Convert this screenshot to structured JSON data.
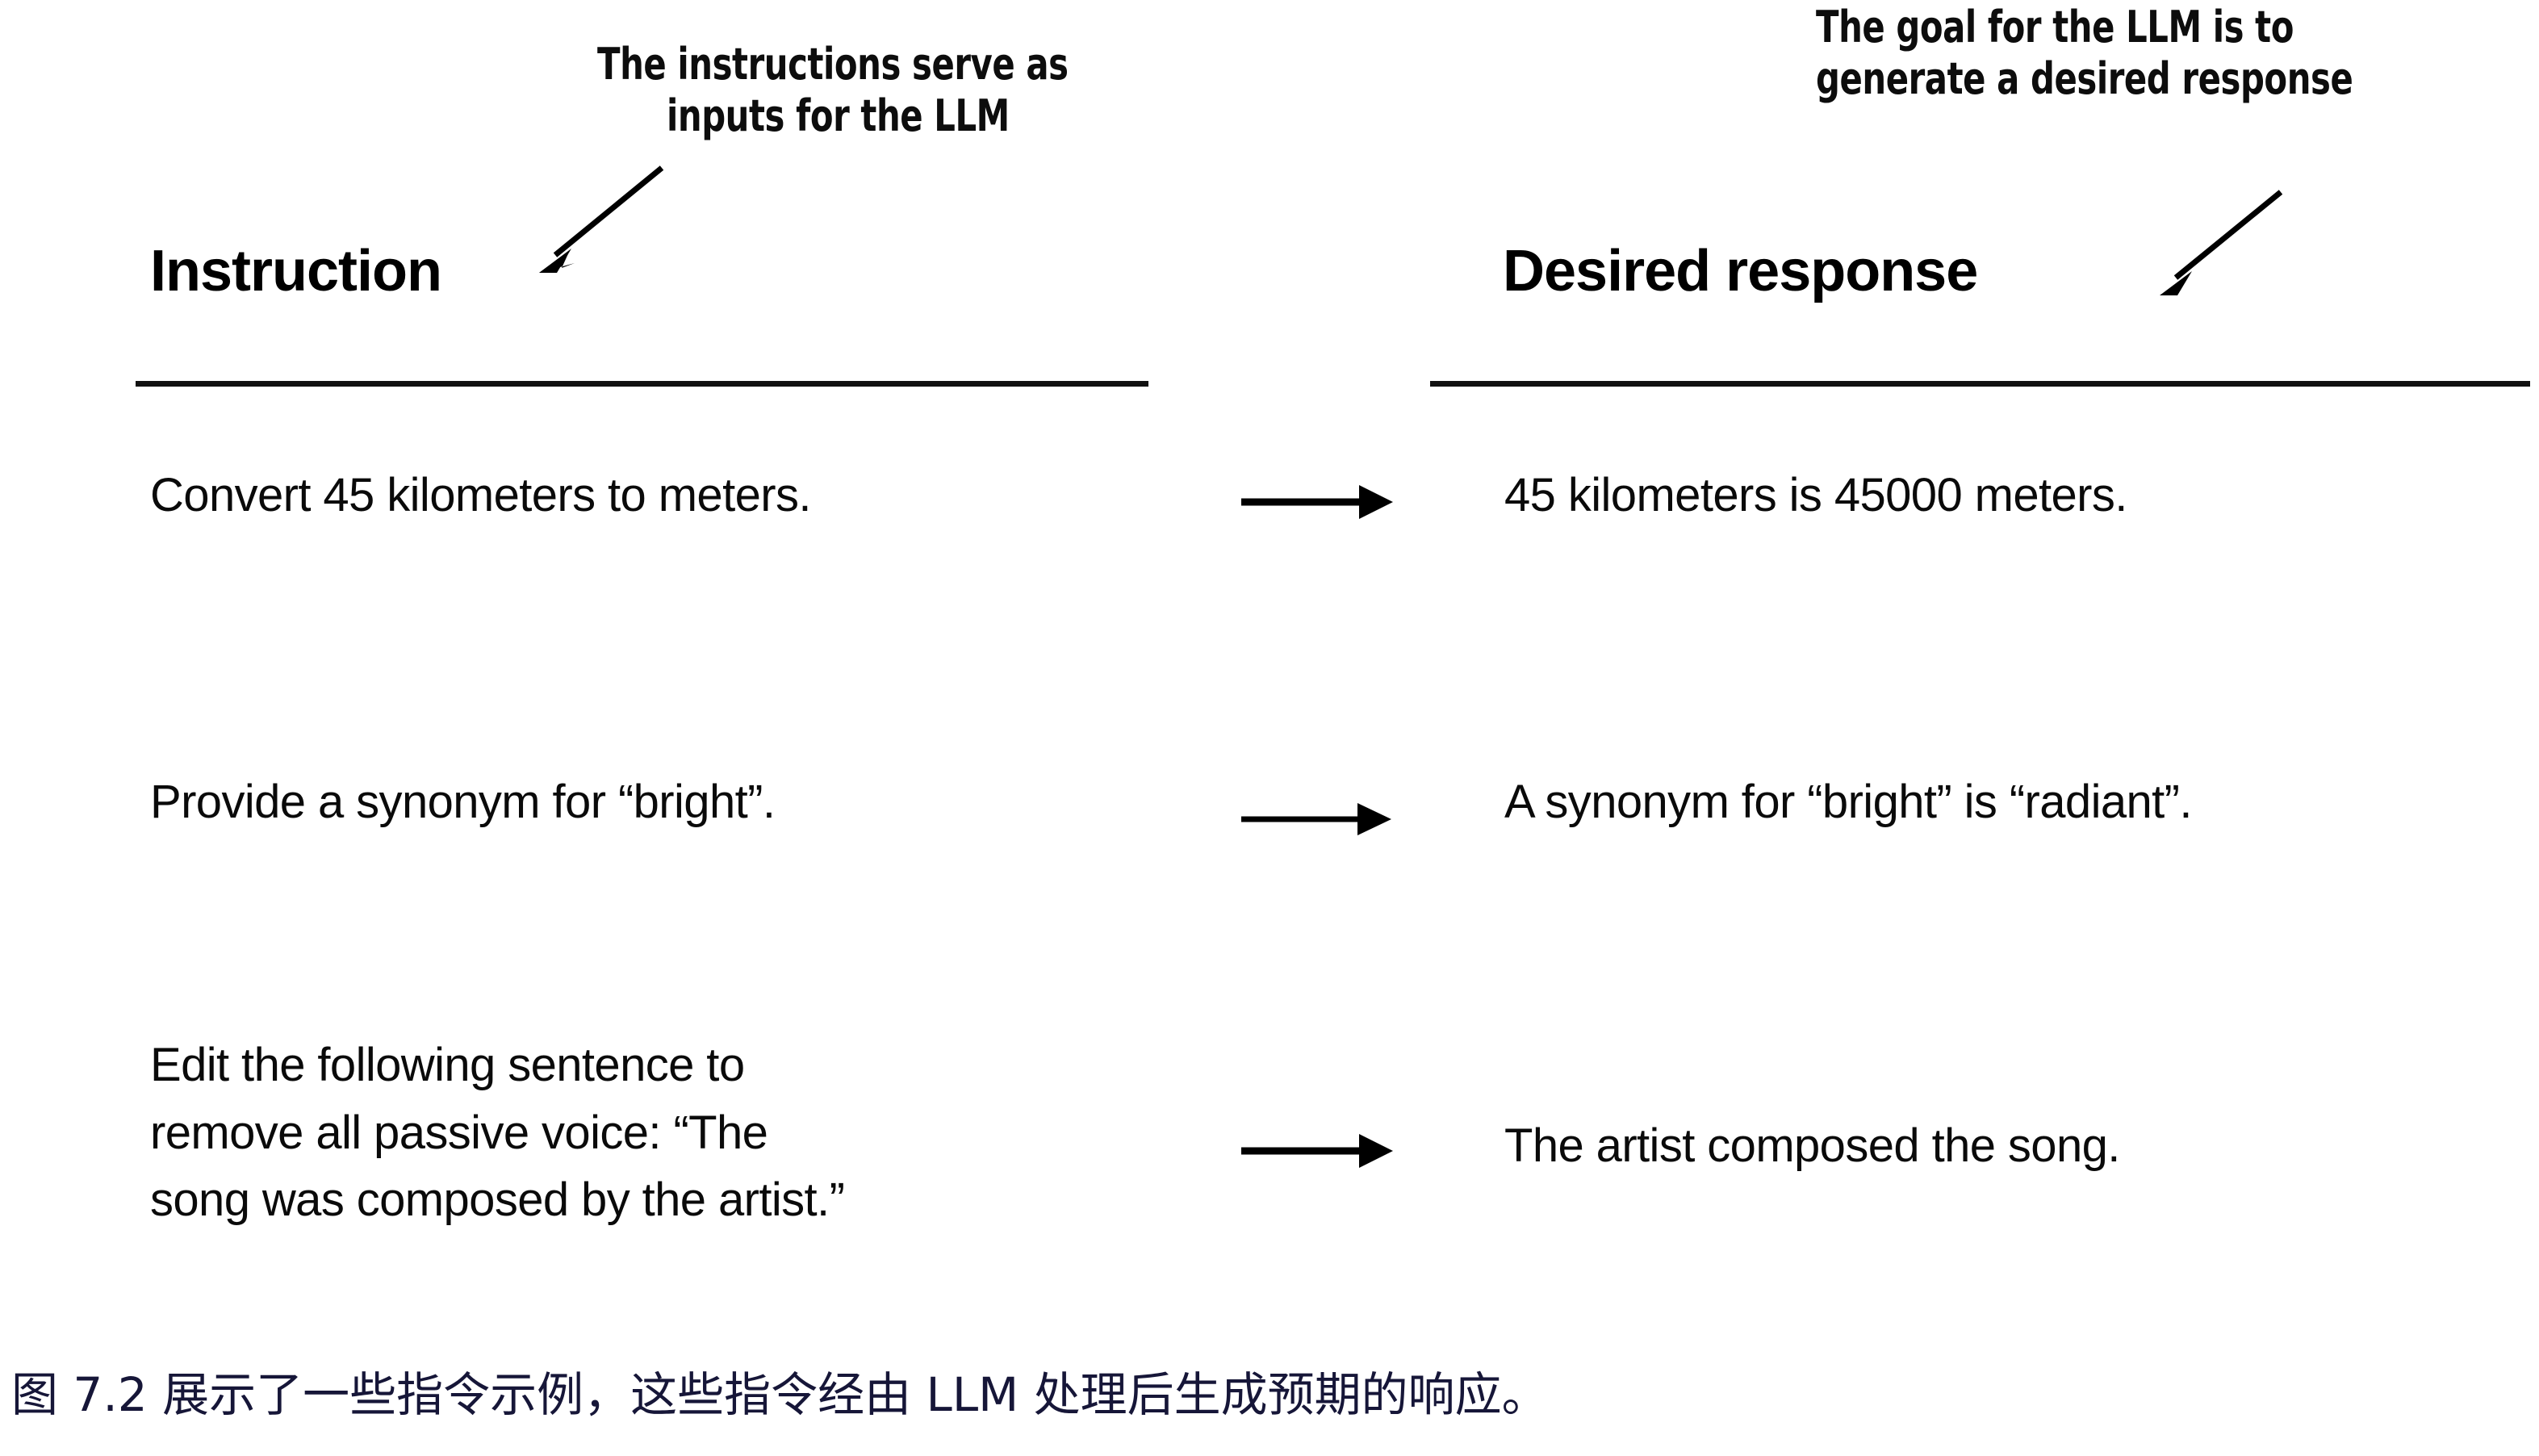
{
  "figure": {
    "caption": "图 7.2 展示了一些指令示例，这些指令经由 LLM 处理后生成预期的响应。",
    "caption_color": "#161638",
    "ink_color": "#000000",
    "background_color": "#ffffff"
  },
  "annotations": {
    "left": {
      "line1": "The instructions serve as",
      "line2": "inputs for the LLM",
      "arrow": "diagonal-arrow-down-left-icon"
    },
    "right": {
      "line1": "The goal for the LLM is to",
      "line2": "generate a desired response",
      "arrow": "diagonal-arrow-down-left-icon"
    }
  },
  "table": {
    "headers": {
      "instruction": "Instruction",
      "response": "Desired response"
    },
    "arrow_icon": "arrow-right-icon",
    "rows": [
      {
        "instruction": "Convert 45 kilometers to meters.",
        "response": "45 kilometers is 45000 meters."
      },
      {
        "instruction": "Provide a synonym for “bright”.",
        "response": "A synonym for “bright” is “radiant”."
      },
      {
        "instruction": "Edit the following sentence to\nremove all passive voice: “The\nsong was composed by the artist.”",
        "response": "The artist composed the song."
      }
    ]
  }
}
